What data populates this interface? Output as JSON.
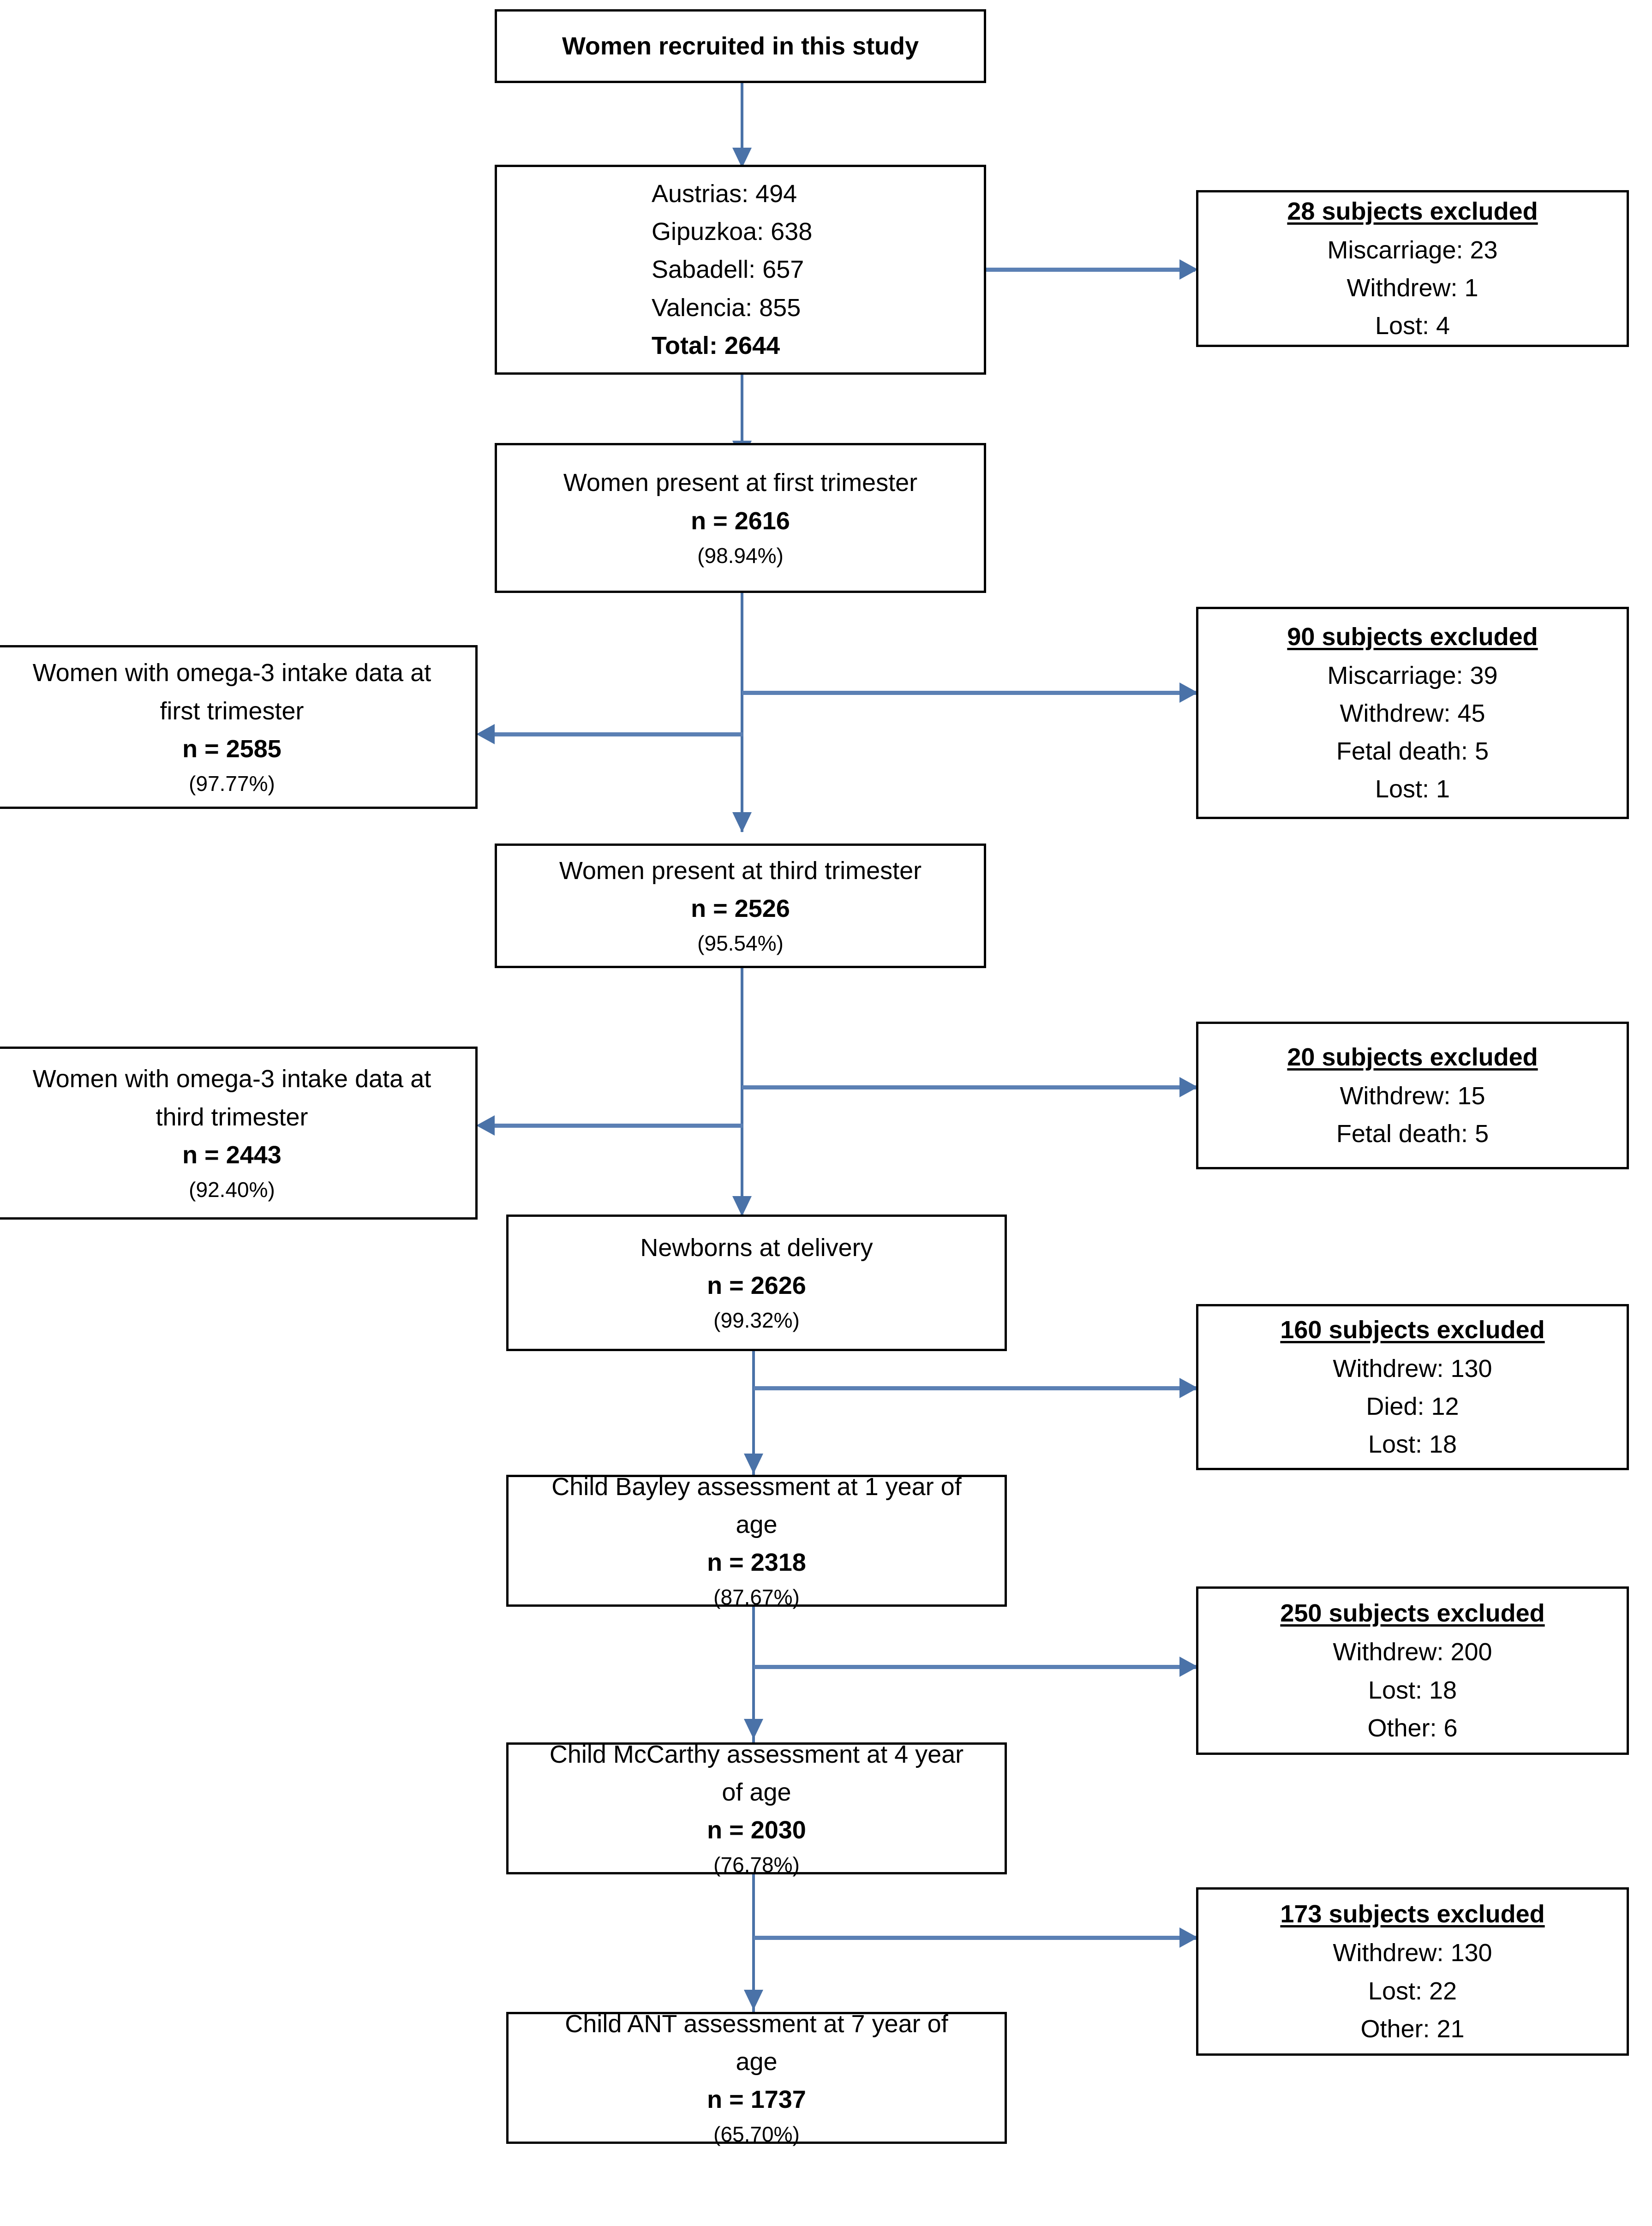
{
  "diagram": {
    "title": "Study participant flow diagram",
    "accent_color": "#4a72a8",
    "box_border_color": "#000000",
    "background_color": "#ffffff"
  },
  "main_boxes": {
    "recruited": {
      "line1": "Women recruited in this study"
    },
    "centres": {
      "line1": "Austrias: 494",
      "line2": "Gipuzkoa: 638",
      "line3": "Sabadell: 657",
      "line4": "Valencia: 855",
      "line5": "Total: 2644"
    },
    "first_trimester": {
      "line1": "Women present at first trimester",
      "line2": "n = 2616",
      "line3": "(98.94%)"
    },
    "third_trimester": {
      "line1": "Women present at third trimester",
      "line2": "n = 2526",
      "line3": "(95.54%)"
    },
    "newborns": {
      "line1": "Newborns at delivery",
      "line2": "n = 2626",
      "line3": "(99.32%)"
    },
    "bayley": {
      "line1": "Child Bayley assessment at 1 year of",
      "line2": "age",
      "line3": "n = 2318",
      "line4": "(87.67%)"
    },
    "mccarthy": {
      "line1": "Child McCarthy assessment at 4 year",
      "line2": "of age",
      "line3": "n = 2030",
      "line4": "(76.78%)"
    },
    "ant": {
      "line1": "Child ANT assessment at 7 year of",
      "line2": "age",
      "line3": "n = 1737",
      "line4": "(65.70%)"
    }
  },
  "left_boxes": {
    "omega3_first": {
      "line1": "Women with omega-3 intake data at",
      "line2": "first trimester",
      "line3": "n = 2585",
      "line4": "(97.77%)"
    },
    "omega3_third": {
      "line1": "Women with omega-3 intake data at",
      "line2": "third trimester",
      "line3": "n = 2443",
      "line4": "(92.40%)"
    }
  },
  "exclusion_boxes": {
    "excl_28": {
      "heading": "28 subjects excluded",
      "item1": "Miscarriage: 23",
      "item2": "Withdrew: 1",
      "item3": "Lost: 4"
    },
    "excl_90": {
      "heading": "90 subjects excluded",
      "item1": "Miscarriage: 39",
      "item2": "Withdrew: 45",
      "item3": "Fetal death: 5",
      "item4": "Lost: 1"
    },
    "excl_20": {
      "heading": "20 subjects excluded",
      "item1": "Withdrew: 15",
      "item2": "Fetal death: 5"
    },
    "excl_160": {
      "heading": "160 subjects excluded",
      "item1": "Withdrew: 130",
      "item2": "Died: 12",
      "item3": "Lost: 18"
    },
    "excl_250": {
      "heading": "250 subjects excluded",
      "item1": "Withdrew: 200",
      "item2": "Lost: 18",
      "item3": "Other: 6"
    },
    "excl_173": {
      "heading": "173 subjects excluded",
      "item1": "Withdrew: 130",
      "item2": "Lost: 22",
      "item3": "Other: 21"
    }
  }
}
